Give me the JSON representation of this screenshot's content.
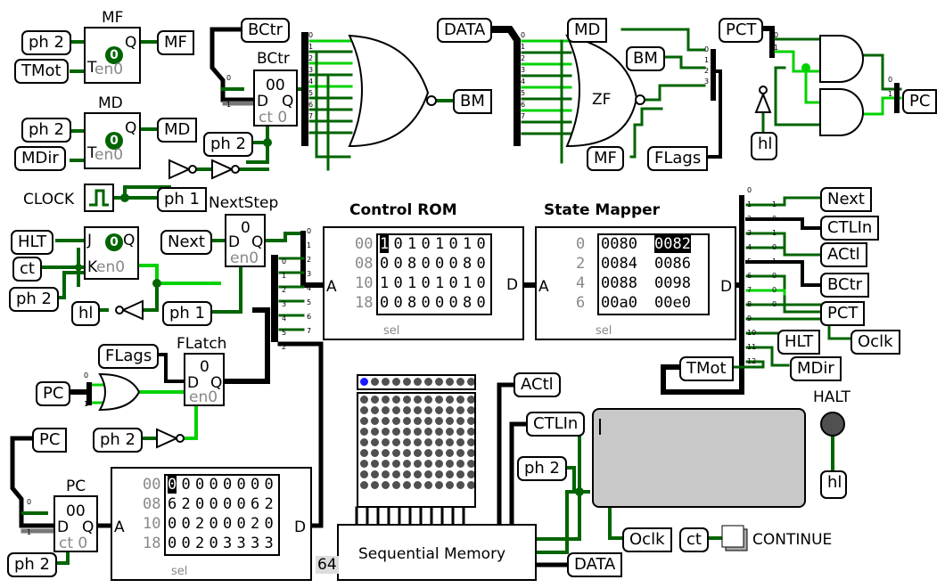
{
  "tunnels": {
    "ph2_mf": "ph 2",
    "tmot_in": "TMot",
    "mf_out": "MF",
    "ph2_md": "ph 2",
    "mdir_in": "MDir",
    "md_out": "MD",
    "bctr_top": "BCtr",
    "ph2_bctr": "ph 2",
    "bm_out": "BM",
    "data_in": "DATA",
    "md_zf": "MD",
    "bm_zf": "BM",
    "mf_zf": "MF",
    "flags_out": "FLags",
    "pct_in": "PCT",
    "pc_out": "PC",
    "hl_pc": "hl",
    "ph1_out": "ph 1",
    "hlt_in": "HLT",
    "ct_in": "ct",
    "ph2_hlt": "ph 2",
    "hl_out": "hl",
    "next_in": "Next",
    "ph1_ns": "ph 1",
    "next_out": "Next",
    "ctlin_out": "CTLIn",
    "actl_out": "ACtl",
    "bctr_out": "BCtr",
    "pct_out": "PCT",
    "hlt_out": "HLT",
    "oclk_out": "Oclk",
    "tmot_out": "TMot",
    "mdir_out": "MDir",
    "flags_in": "FLags",
    "pc_in": "PC",
    "ph2_fl": "ph 2",
    "pc_left": "PC",
    "ph2_pc": "ph 2",
    "actl_in": "ACtl",
    "ctlin_in": "CTLIn",
    "ph2_tty": "ph 2",
    "oclk_in": "Oclk",
    "ct_out": "ct",
    "data_out": "DATA",
    "hl_halt": "hl"
  },
  "labels": {
    "clock": "CLOCK",
    "mf_title": "MF",
    "md_title": "MD",
    "bctr_title": "BCtr",
    "nextstep_title": "NextStep",
    "flatch_title": "FLatch",
    "pc_title": "PC",
    "control_rom_title": "Control ROM",
    "state_mapper_title": "State Mapper",
    "halt": "HALT",
    "continue": "CONTINUE",
    "zf": "ZF",
    "seqmem": "Sequential Memory",
    "seqmem_size": "64",
    "sel": "sel",
    "pin_a": "A",
    "pin_d": "D"
  },
  "flipflops": {
    "mf": {
      "d": "T",
      "q": "Q",
      "val": "0",
      "en": "en",
      "en0": "0"
    },
    "md": {
      "d": "T",
      "q": "Q",
      "val": "0",
      "en": "en",
      "en0": "0"
    },
    "hlt": {
      "j": "J",
      "k": "K",
      "q": "Q",
      "val": "0",
      "en": "en",
      "en0": "0"
    }
  },
  "registers": {
    "bctr": {
      "val": "00",
      "d": "D",
      "q": "Q",
      "ct": "ct",
      "ct0": "0"
    },
    "nextstep": {
      "val": "0",
      "d": "D",
      "q": "Q",
      "en": "en",
      "en0": "0"
    },
    "flatch": {
      "val": "0",
      "d": "D",
      "q": "Q",
      "en": "en",
      "en0": "0"
    },
    "pc": {
      "val": "00",
      "d": "D",
      "q": "Q",
      "ct": "ct",
      "ct0": "0"
    }
  },
  "control_rom": {
    "addr": [
      "00",
      "08",
      "10",
      "18"
    ],
    "rows": [
      [
        "1",
        "0",
        "1",
        "0",
        "1",
        "0",
        "1",
        "0"
      ],
      [
        "0",
        "0",
        "8",
        "0",
        "0",
        "0",
        "8",
        "0"
      ],
      [
        "1",
        "0",
        "1",
        "0",
        "1",
        "0",
        "1",
        "0"
      ],
      [
        "0",
        "0",
        "8",
        "0",
        "0",
        "0",
        "8",
        "0"
      ]
    ]
  },
  "state_mapper": {
    "addr": [
      "0",
      "2",
      "4",
      "6"
    ],
    "rows": [
      [
        "0080",
        "0082"
      ],
      [
        "0084",
        "0086"
      ],
      [
        "0088",
        "0098"
      ],
      [
        "00a0",
        "00e0"
      ]
    ]
  },
  "program_rom": {
    "addr": [
      "00",
      "08",
      "10",
      "18"
    ],
    "rows": [
      [
        "0",
        "0",
        "0",
        "0",
        "0",
        "0",
        "0",
        "0"
      ],
      [
        "6",
        "2",
        "0",
        "0",
        "0",
        "0",
        "6",
        "2"
      ],
      [
        "0",
        "0",
        "2",
        "0",
        "0",
        "0",
        "2",
        "0"
      ],
      [
        "0",
        "0",
        "2",
        "0",
        "3",
        "3",
        "3",
        "3"
      ]
    ]
  },
  "splitter_left_bits": [
    "0",
    "1",
    "2",
    "3",
    "4",
    "5",
    "6",
    "7"
  ],
  "splitter_right_bits": [
    "0",
    "1",
    "2",
    "3",
    "4",
    "5",
    "6",
    "7",
    "8",
    "9",
    "10",
    "11",
    "12"
  ],
  "splitter_right_vals": [
    "1",
    "0",
    "1",
    "0",
    "1",
    "0",
    "0",
    "0"
  ],
  "splitter_ns_bits": [
    "0",
    "1",
    "2",
    "3",
    "4",
    "5",
    "6",
    "7",
    "8"
  ],
  "splitter_ns_vals": [
    "0",
    "1",
    "2",
    "3",
    "4",
    "5",
    "6",
    "7"
  ],
  "colors": {
    "wire_dark": "#006400",
    "wire_light": "#00d200",
    "bus": "#000000",
    "display_grey": "#c8c8c8",
    "led_off": "#505050",
    "led_on": "#1a1aff"
  }
}
